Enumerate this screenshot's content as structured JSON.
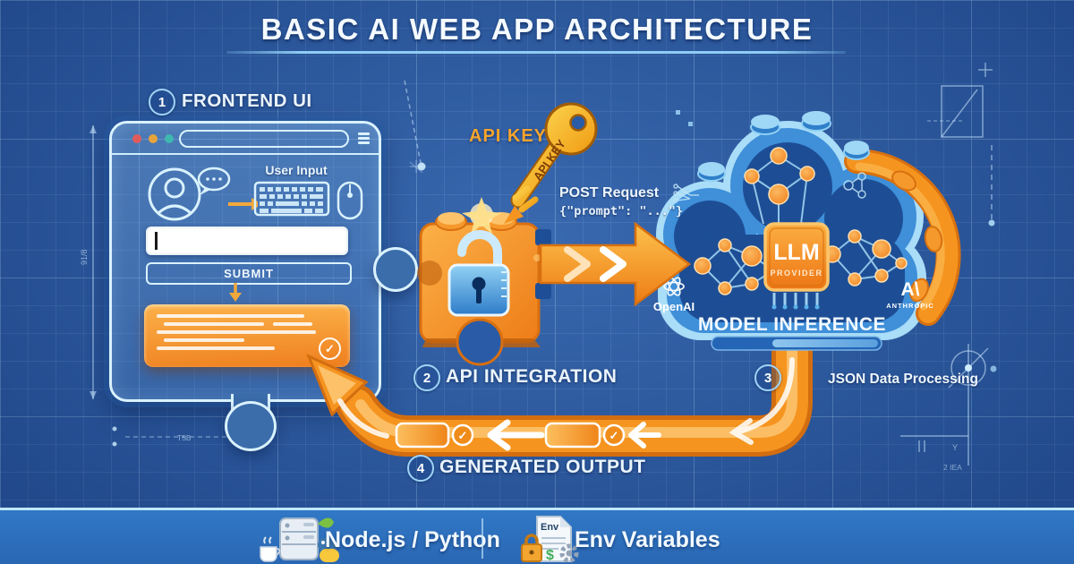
{
  "title": "BASIC AI WEB APP ARCHITECTURE",
  "steps": {
    "one": {
      "num": "1",
      "label": "FRONTEND UI"
    },
    "two": {
      "num": "2",
      "label": "API INTEGRATION"
    },
    "three": {
      "num": "3",
      "label": "JSON Data Processing"
    },
    "four": {
      "num": "4",
      "label": "GENERATED OUTPUT"
    }
  },
  "browser": {
    "user_input_label": "User Input",
    "input_value": "",
    "submit_label": "SUBMIT",
    "check": "✓"
  },
  "api": {
    "label": "API KEY",
    "key_text": "API KEY",
    "post_line1": "POST Request",
    "post_line2": "{\"prompt\": \"...\"}"
  },
  "cloud": {
    "chip_line1": "LLM",
    "chip_line2": "PROVIDER",
    "openai_label": "OpenAI",
    "anthropic_symbol": "A\\",
    "anthropic_label": "ANTHROPIC",
    "caption": "MODEL INFERENCE"
  },
  "pipe": {
    "check": "✓"
  },
  "footer": {
    "runtime_label": "Node.js / Python",
    "env_label": "Env Variables",
    "env_tag": "Env"
  },
  "annotations": {
    "left_dim": "91/8",
    "bottom_left": "T5B",
    "bottom_right_y": "Y",
    "bottom_right": "2 IEA"
  },
  "colors": {
    "background": "#2a5ba6",
    "accent_orange": "#f5941f",
    "light_blue": "#a8dcf7",
    "footer_bar": "#2f75c2",
    "title_underline": "#8ecdf4"
  }
}
